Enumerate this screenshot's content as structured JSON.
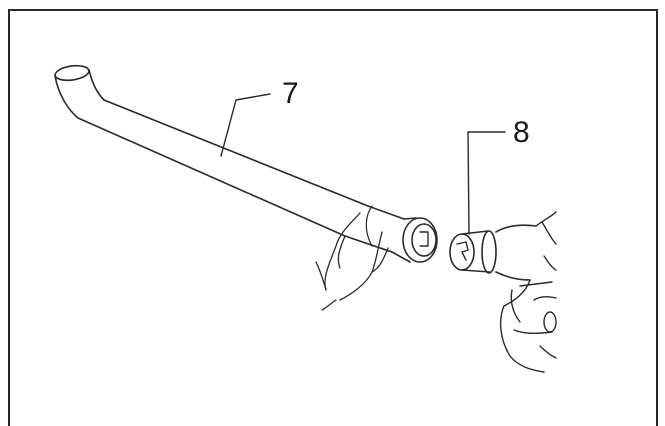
{
  "callouts": {
    "part_7": "7",
    "part_8": "8"
  },
  "parts": [
    {
      "number": "7",
      "depicts": "nozzle-pipe"
    },
    {
      "number": "8",
      "depicts": "tool-outlet"
    }
  ],
  "colors": {
    "line": "#2a2a2a",
    "fill": "#ffffff",
    "shade": "#cfcfcf"
  }
}
